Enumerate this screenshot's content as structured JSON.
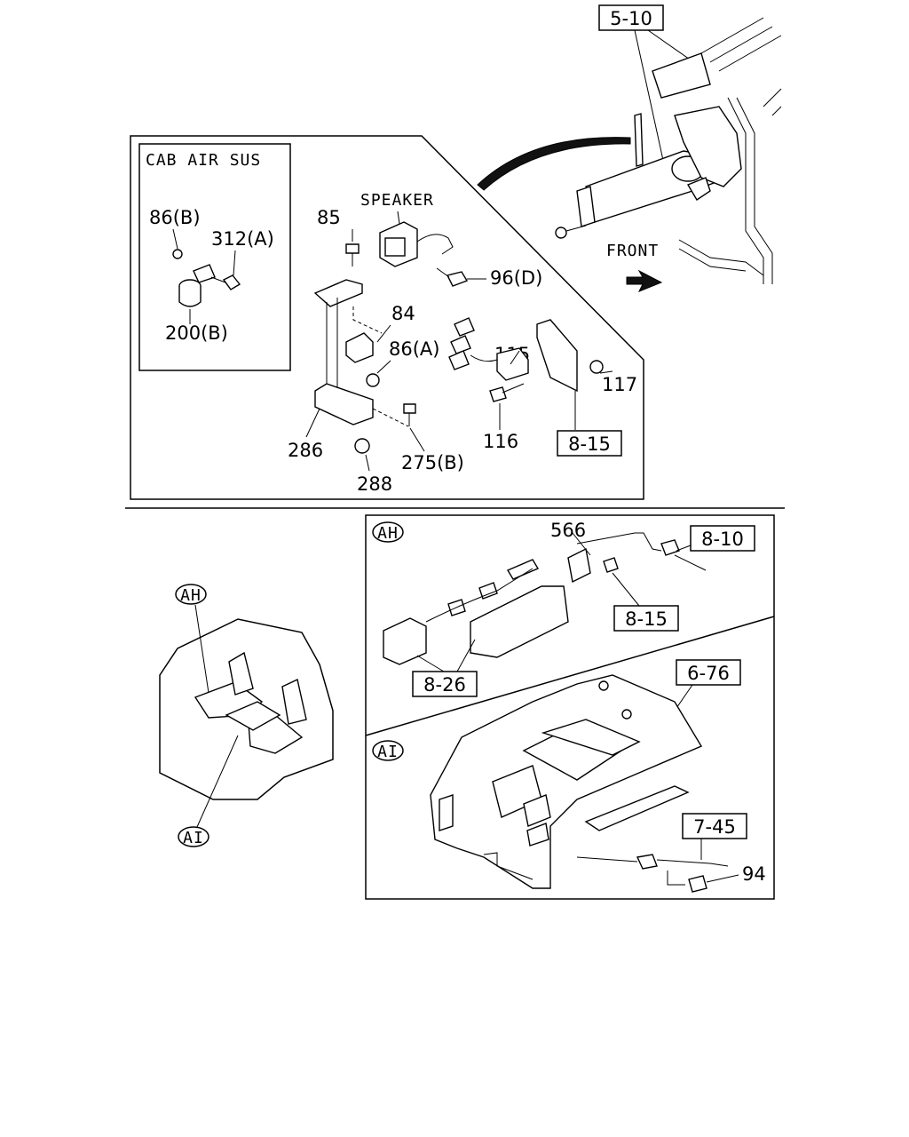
{
  "diagram": {
    "inset_title": "CAB AIR SUS",
    "labels": {
      "ref_5_10": "5-10",
      "speaker": "SPEAKER",
      "front": "FRONT",
      "p85": "85",
      "p86b": "86(B)",
      "p312a": "312(A)",
      "p200b": "200(B)",
      "p96d": "96(D)",
      "p84": "84",
      "p86a": "86(A)",
      "p115": "115",
      "p117": "117",
      "p116": "116",
      "ref_8_15_top": "8-15",
      "p286": "286",
      "p275b": "275(B)",
      "p288": "288",
      "callout_ah_main": "AH",
      "callout_ai_main": "AI",
      "callout_ah_box": "AH",
      "callout_ai_box": "AI",
      "p566": "566",
      "ref_8_10": "8-10",
      "ref_8_15_ah": "8-15",
      "ref_8_26": "8-26",
      "ref_6_76": "6-76",
      "ref_7_45": "7-45",
      "p94": "94"
    }
  }
}
